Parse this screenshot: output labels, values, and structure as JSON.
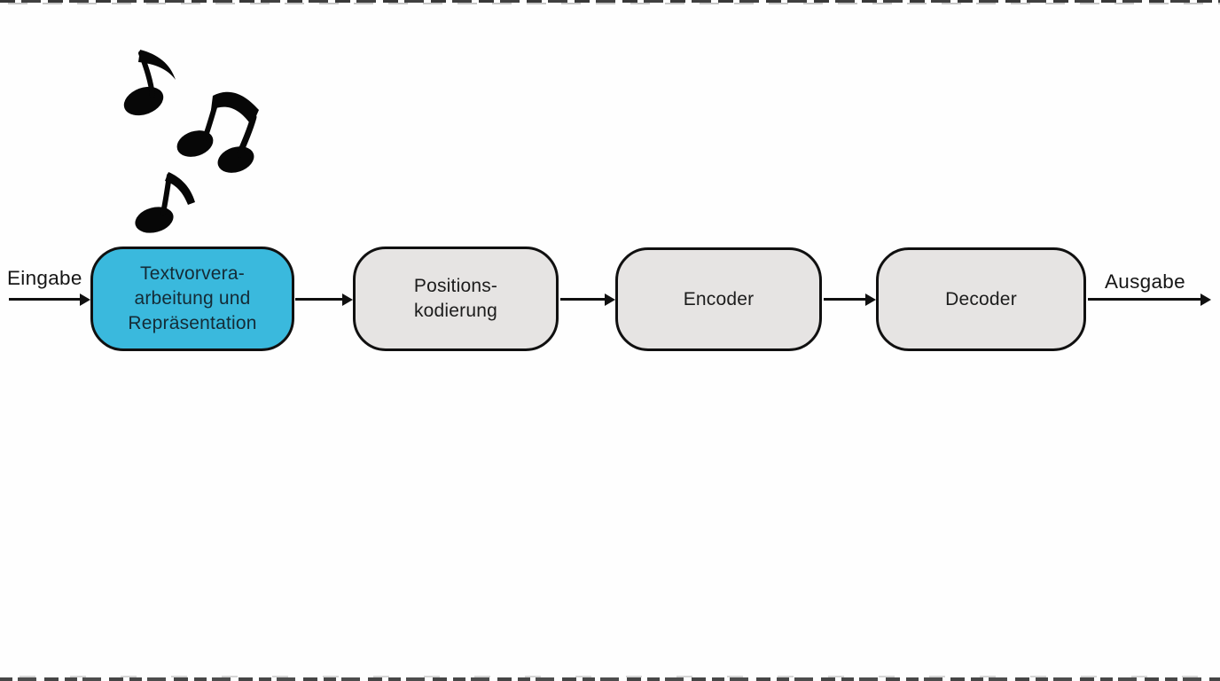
{
  "diagram": {
    "background_color": "#fefefe",
    "accent_color": "#3ab9dd",
    "node_fill_color": "#e6e4e3",
    "stroke_color": "#101010",
    "input_label": "Eingabe",
    "output_label": "Ausgabe",
    "nodes": [
      {
        "id": "text-preprocessing",
        "label": "Textvorvera-\narbeitung und\nRepräsentation",
        "highlighted": true
      },
      {
        "id": "positional-encoding",
        "label": "Positions-\nkodierung",
        "highlighted": false
      },
      {
        "id": "encoder",
        "label": "Encoder",
        "highlighted": false
      },
      {
        "id": "decoder",
        "label": "Decoder",
        "highlighted": false
      }
    ],
    "decoration_icons": [
      "eighth-note-icon",
      "beamed-eighth-notes-icon",
      "eighth-note-icon"
    ]
  }
}
